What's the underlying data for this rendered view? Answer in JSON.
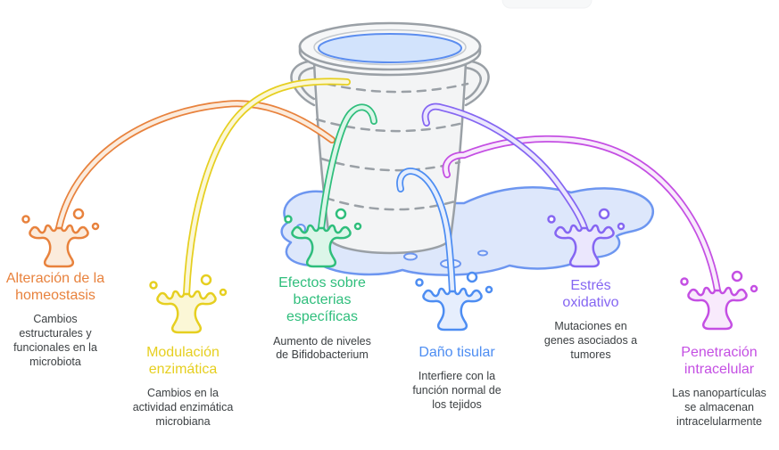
{
  "diagram": {
    "subject": "leaking-bucket-effects-diagram",
    "colors": {
      "background": "#FFFFFF",
      "outline_gray": "#9AA0A6",
      "bucket_fill": "#F3F4F5",
      "bucket_rim_fill": "#F6F7F8",
      "water_fill": "#D2E3FC",
      "water_stroke": "#5B8DEF",
      "puddle_fill": "#DDE7FB",
      "puddle_stroke": "#6D96F0",
      "body_text": "#3C4043",
      "watermark_fill": "#F6F7F8"
    }
  },
  "streams": [
    {
      "id": "homeostasis",
      "title": "Alteración de la\nhomeostasis",
      "description": "Cambios\nestructurales y\nfuncionales en la\nmicrobiota",
      "color": "#E8823D",
      "fill": "#FBEBDC"
    },
    {
      "id": "enzimatica",
      "title": "Modulación\nenzimática",
      "description": "Cambios en la\nactividad enzimática\nmicrobiana",
      "color": "#E6CF20",
      "fill": "#FBF7D6"
    },
    {
      "id": "bacterias",
      "title": "Efectos sobre\nbacterias\nespecíficas",
      "description": "Aumento de niveles\nde Bifidobacterium",
      "color": "#2FBE7C",
      "fill": "#DCF6E9"
    },
    {
      "id": "tisular",
      "title": "Daño tisular",
      "description": "Interfiere con la\nfunción normal de\nlos tejidos",
      "color": "#4D8DF2",
      "fill": "#E6EEFD"
    },
    {
      "id": "oxidativo",
      "title": "Estrés\noxidativo",
      "description": "Mutaciones en\ngenes asociados a\ntumores",
      "color": "#8566F2",
      "fill": "#EBE7FD"
    },
    {
      "id": "intracelular",
      "title": "Penetración\nintracelular",
      "description": "Las nanopartículas\nse almacenan\nintracelularmente",
      "color": "#C44FE3",
      "fill": "#F8EAFC"
    }
  ]
}
